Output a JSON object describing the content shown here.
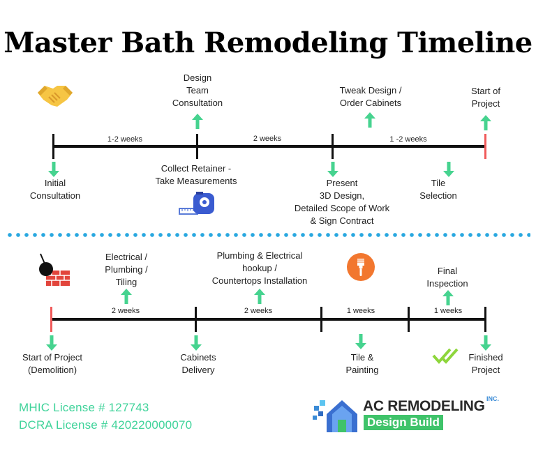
{
  "title": "Master Bath Remodeling Timeline",
  "top_timeline": {
    "above_labels": {
      "design_team": "Design\nTeam\nConsultation",
      "tweak_design": "Tweak Design /\nOrder Cabinets",
      "start_project": "Start of\nProject"
    },
    "below_labels": {
      "initial": "Initial\nConsultation",
      "collect": "Collect Retainer -\nTake Measurements",
      "present": "Present\n3D Design,\nDetailed Scope of Work\n& Sign Contract",
      "tile_selection": "Tile\nSelection"
    },
    "durations": [
      "1-2 weeks",
      "2 weeks",
      "1 -2 weeks"
    ]
  },
  "bottom_timeline": {
    "above_labels": {
      "electrical": "Electrical /\nPlumbing /\nTiling",
      "plumbing": "Plumbing & Electrical\nhookup /\nCountertops Installation",
      "final": "Final\nInspection"
    },
    "below_labels": {
      "start": "Start of Project\n(Demolition)",
      "cabinets": "Cabinets\nDelivery",
      "tile_painting": "Tile &\nPainting",
      "finished": "Finished\nProject"
    },
    "durations": [
      "2 weeks",
      "2 weeks",
      "1 weeks",
      "1 weeks"
    ]
  },
  "licenses": {
    "mhic": "MHIC License # 127743",
    "dcra": "DCRA License # 420220000070"
  },
  "logo": {
    "name": "AC REMODELING",
    "inc": "INC.",
    "tagline": "Design Build"
  },
  "colors": {
    "arrow": "#46d38f",
    "accent_red": "#f05a5a",
    "dots": "#29a8e0",
    "license_text": "#3fd39a",
    "logo_green": "#3fc36a",
    "logo_blue": "#3a8bd6"
  }
}
